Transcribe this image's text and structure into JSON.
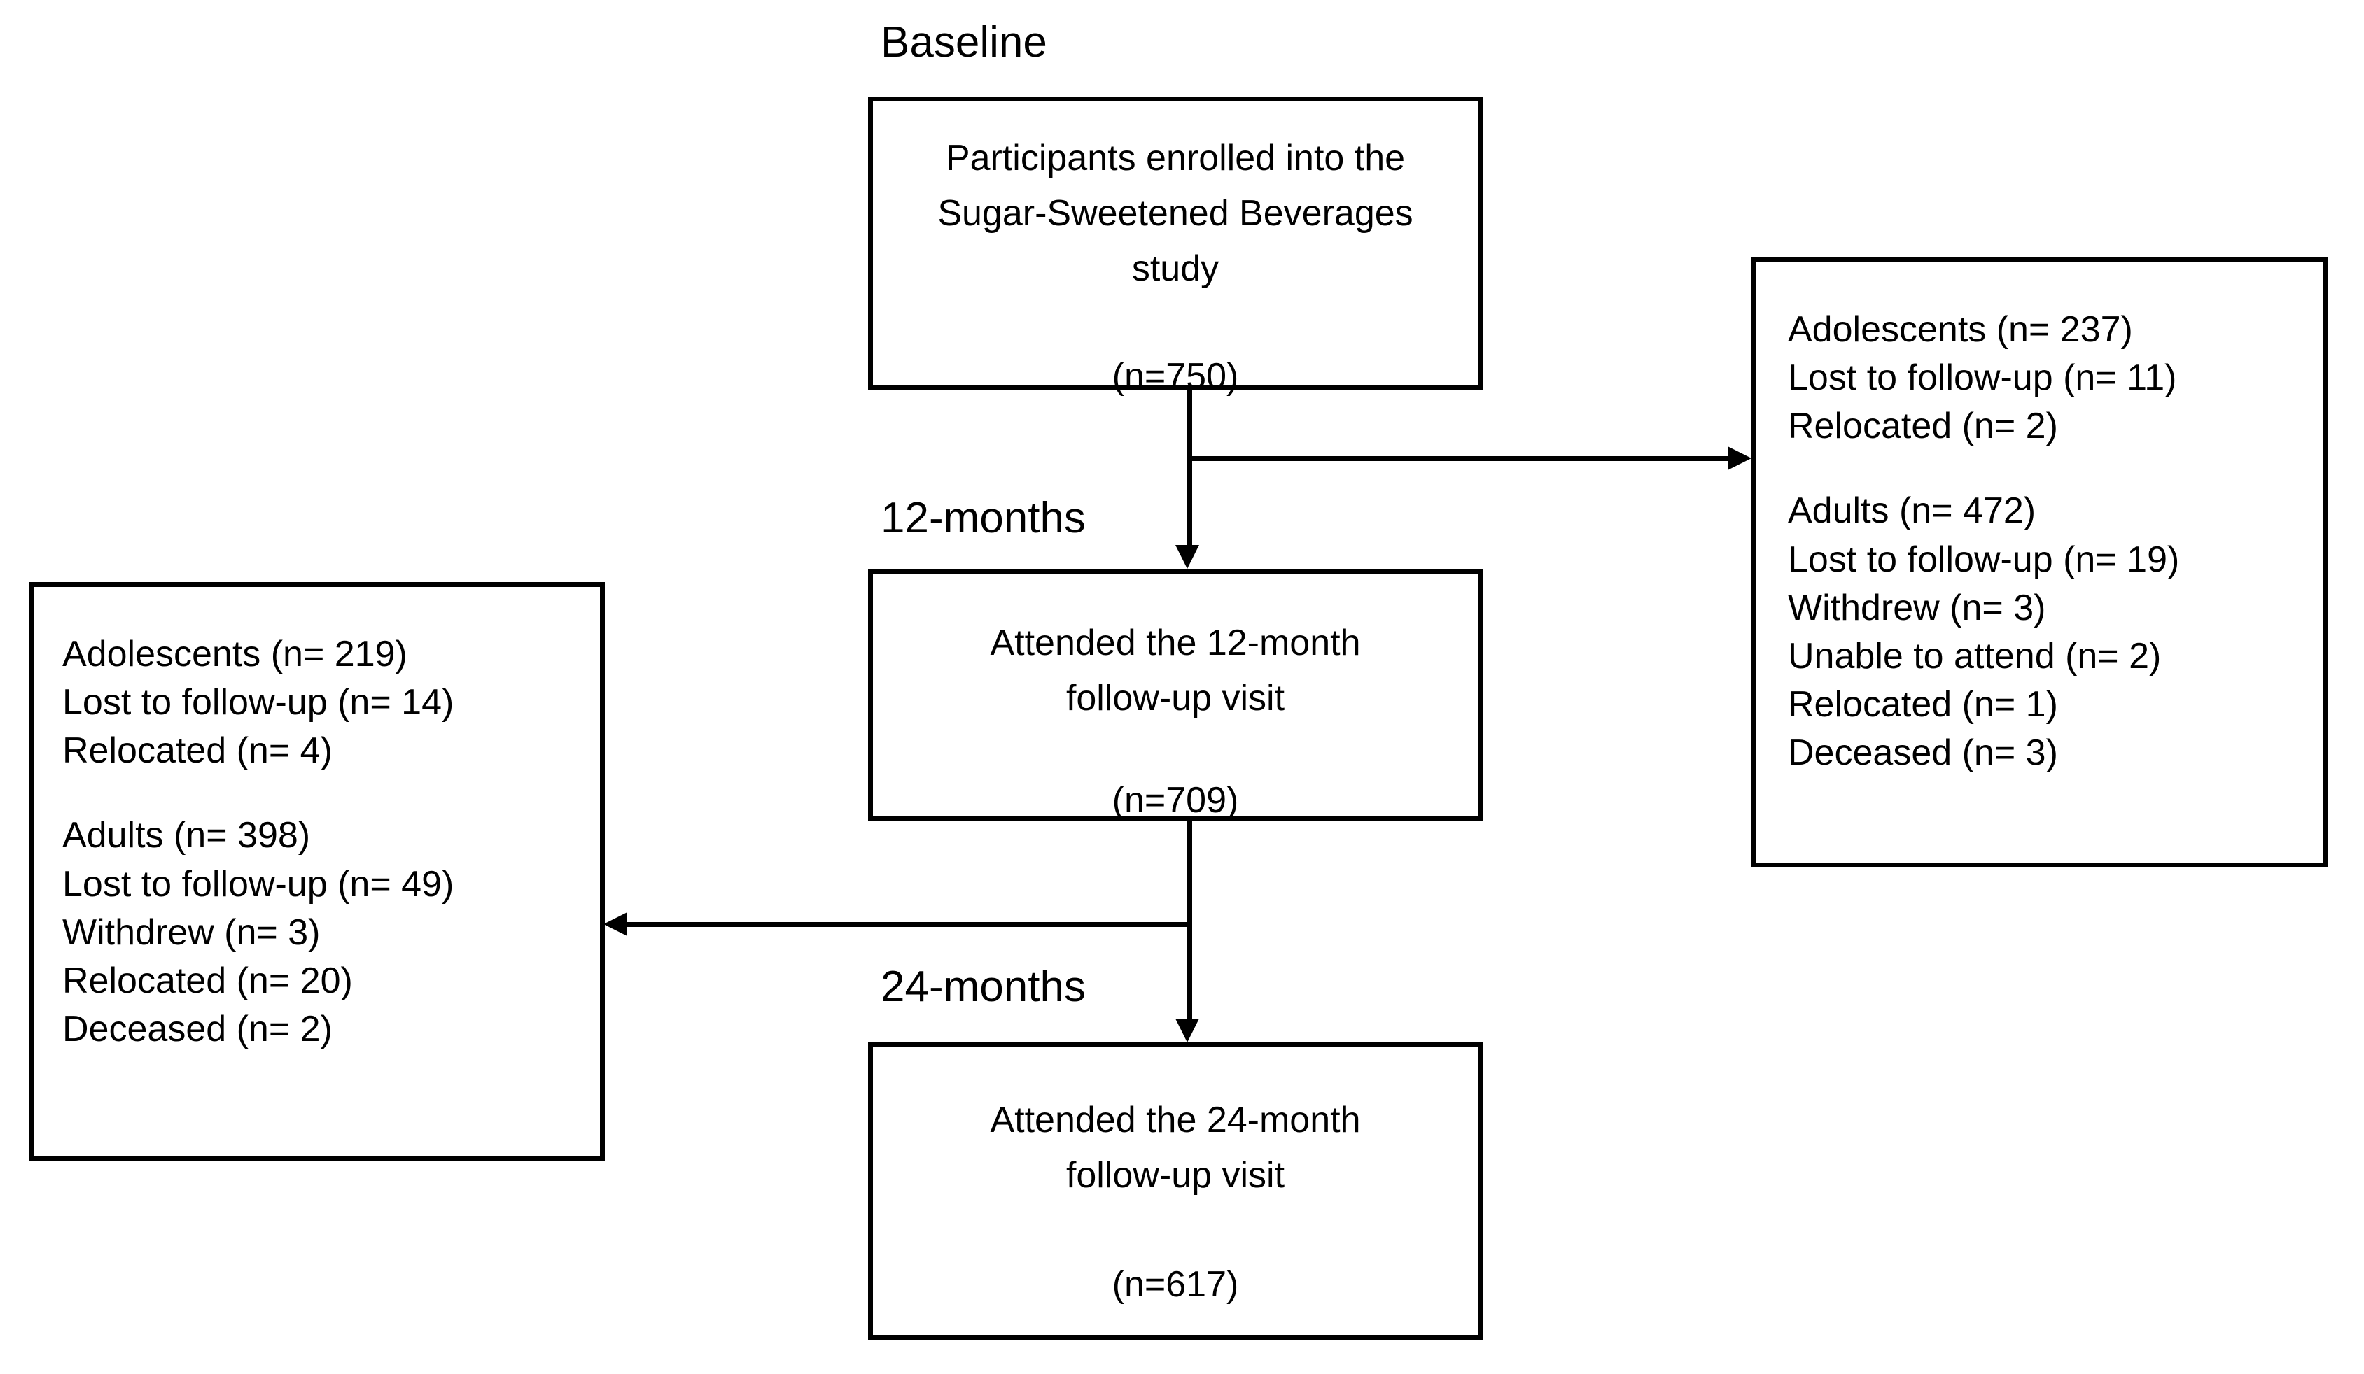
{
  "figure": {
    "type": "participant-flow-diagram",
    "title": "Sugar-Sweetened Beverages study participant flow"
  },
  "stage_labels": {
    "baseline": "Baseline",
    "month12": "12-months",
    "month24": "24-months"
  },
  "boxes": {
    "baseline": {
      "text": "Participants enrolled into the\nSugar-Sweetened Beverages\nstudy",
      "count": "(n=750)"
    },
    "month12": {
      "text": "Attended the 12-month\nfollow-up visit",
      "count": "(n=709)"
    },
    "month24": {
      "text": "Attended the 24-month\nfollow-up visit",
      "count": "(n=617)"
    }
  },
  "attrition_right": {
    "items": [
      "Adolescents (n= 237)",
      "Lost to follow-up (n= 11)",
      "Relocated (n= 2)",
      "",
      "Adults (n= 472)",
      "Lost to follow-up (n= 19)",
      "Withdrew (n= 3)",
      "Unable to attend (n= 2)",
      "Relocated (n= 1)",
      "Deceased (n= 3)"
    ]
  },
  "attrition_left": {
    "items": [
      "Adolescents (n= 219)",
      "Lost to follow-up (n= 14)",
      "Relocated (n= 4)",
      "",
      "Adults (n= 398)",
      "Lost to follow-up (n= 49)",
      "Withdrew (n= 3)",
      "Relocated (n= 20)",
      "Deceased (n= 2)"
    ]
  },
  "chart_data": {
    "type": "diagram",
    "title": "Participant flow through the Sugar-Sweetened Beverages study",
    "nodes": [
      {
        "id": "baseline",
        "stage": "Baseline",
        "label": "Participants enrolled into the Sugar-Sweetened Beverages study",
        "n": 750
      },
      {
        "id": "month12",
        "stage": "12-months",
        "label": "Attended the 12-month follow-up visit",
        "n": 709
      },
      {
        "id": "month24",
        "stage": "24-months",
        "label": "Attended the 24-month follow-up visit",
        "n": 617
      }
    ],
    "attrition": [
      {
        "from": "baseline",
        "to": "month12",
        "side": "right",
        "groups": [
          {
            "group": "Adolescents",
            "n": 237,
            "reasons": [
              {
                "reason": "Lost to follow-up",
                "n": 11
              },
              {
                "reason": "Relocated",
                "n": 2
              }
            ]
          },
          {
            "group": "Adults",
            "n": 472,
            "reasons": [
              {
                "reason": "Lost to follow-up",
                "n": 19
              },
              {
                "reason": "Withdrew",
                "n": 3
              },
              {
                "reason": "Unable to attend",
                "n": 2
              },
              {
                "reason": "Relocated",
                "n": 1
              },
              {
                "reason": "Deceased",
                "n": 3
              }
            ]
          }
        ]
      },
      {
        "from": "month12",
        "to": "month24",
        "side": "left",
        "groups": [
          {
            "group": "Adolescents",
            "n": 219,
            "reasons": [
              {
                "reason": "Lost to follow-up",
                "n": 14
              },
              {
                "reason": "Relocated",
                "n": 4
              }
            ]
          },
          {
            "group": "Adults",
            "n": 398,
            "reasons": [
              {
                "reason": "Lost to follow-up",
                "n": 49
              },
              {
                "reason": "Withdrew",
                "n": 3
              },
              {
                "reason": "Relocated",
                "n": 20
              },
              {
                "reason": "Deceased",
                "n": 2
              }
            ]
          }
        ]
      }
    ],
    "colors": {
      "stroke": "#000000",
      "background": "#ffffff",
      "text": "#000000"
    }
  }
}
